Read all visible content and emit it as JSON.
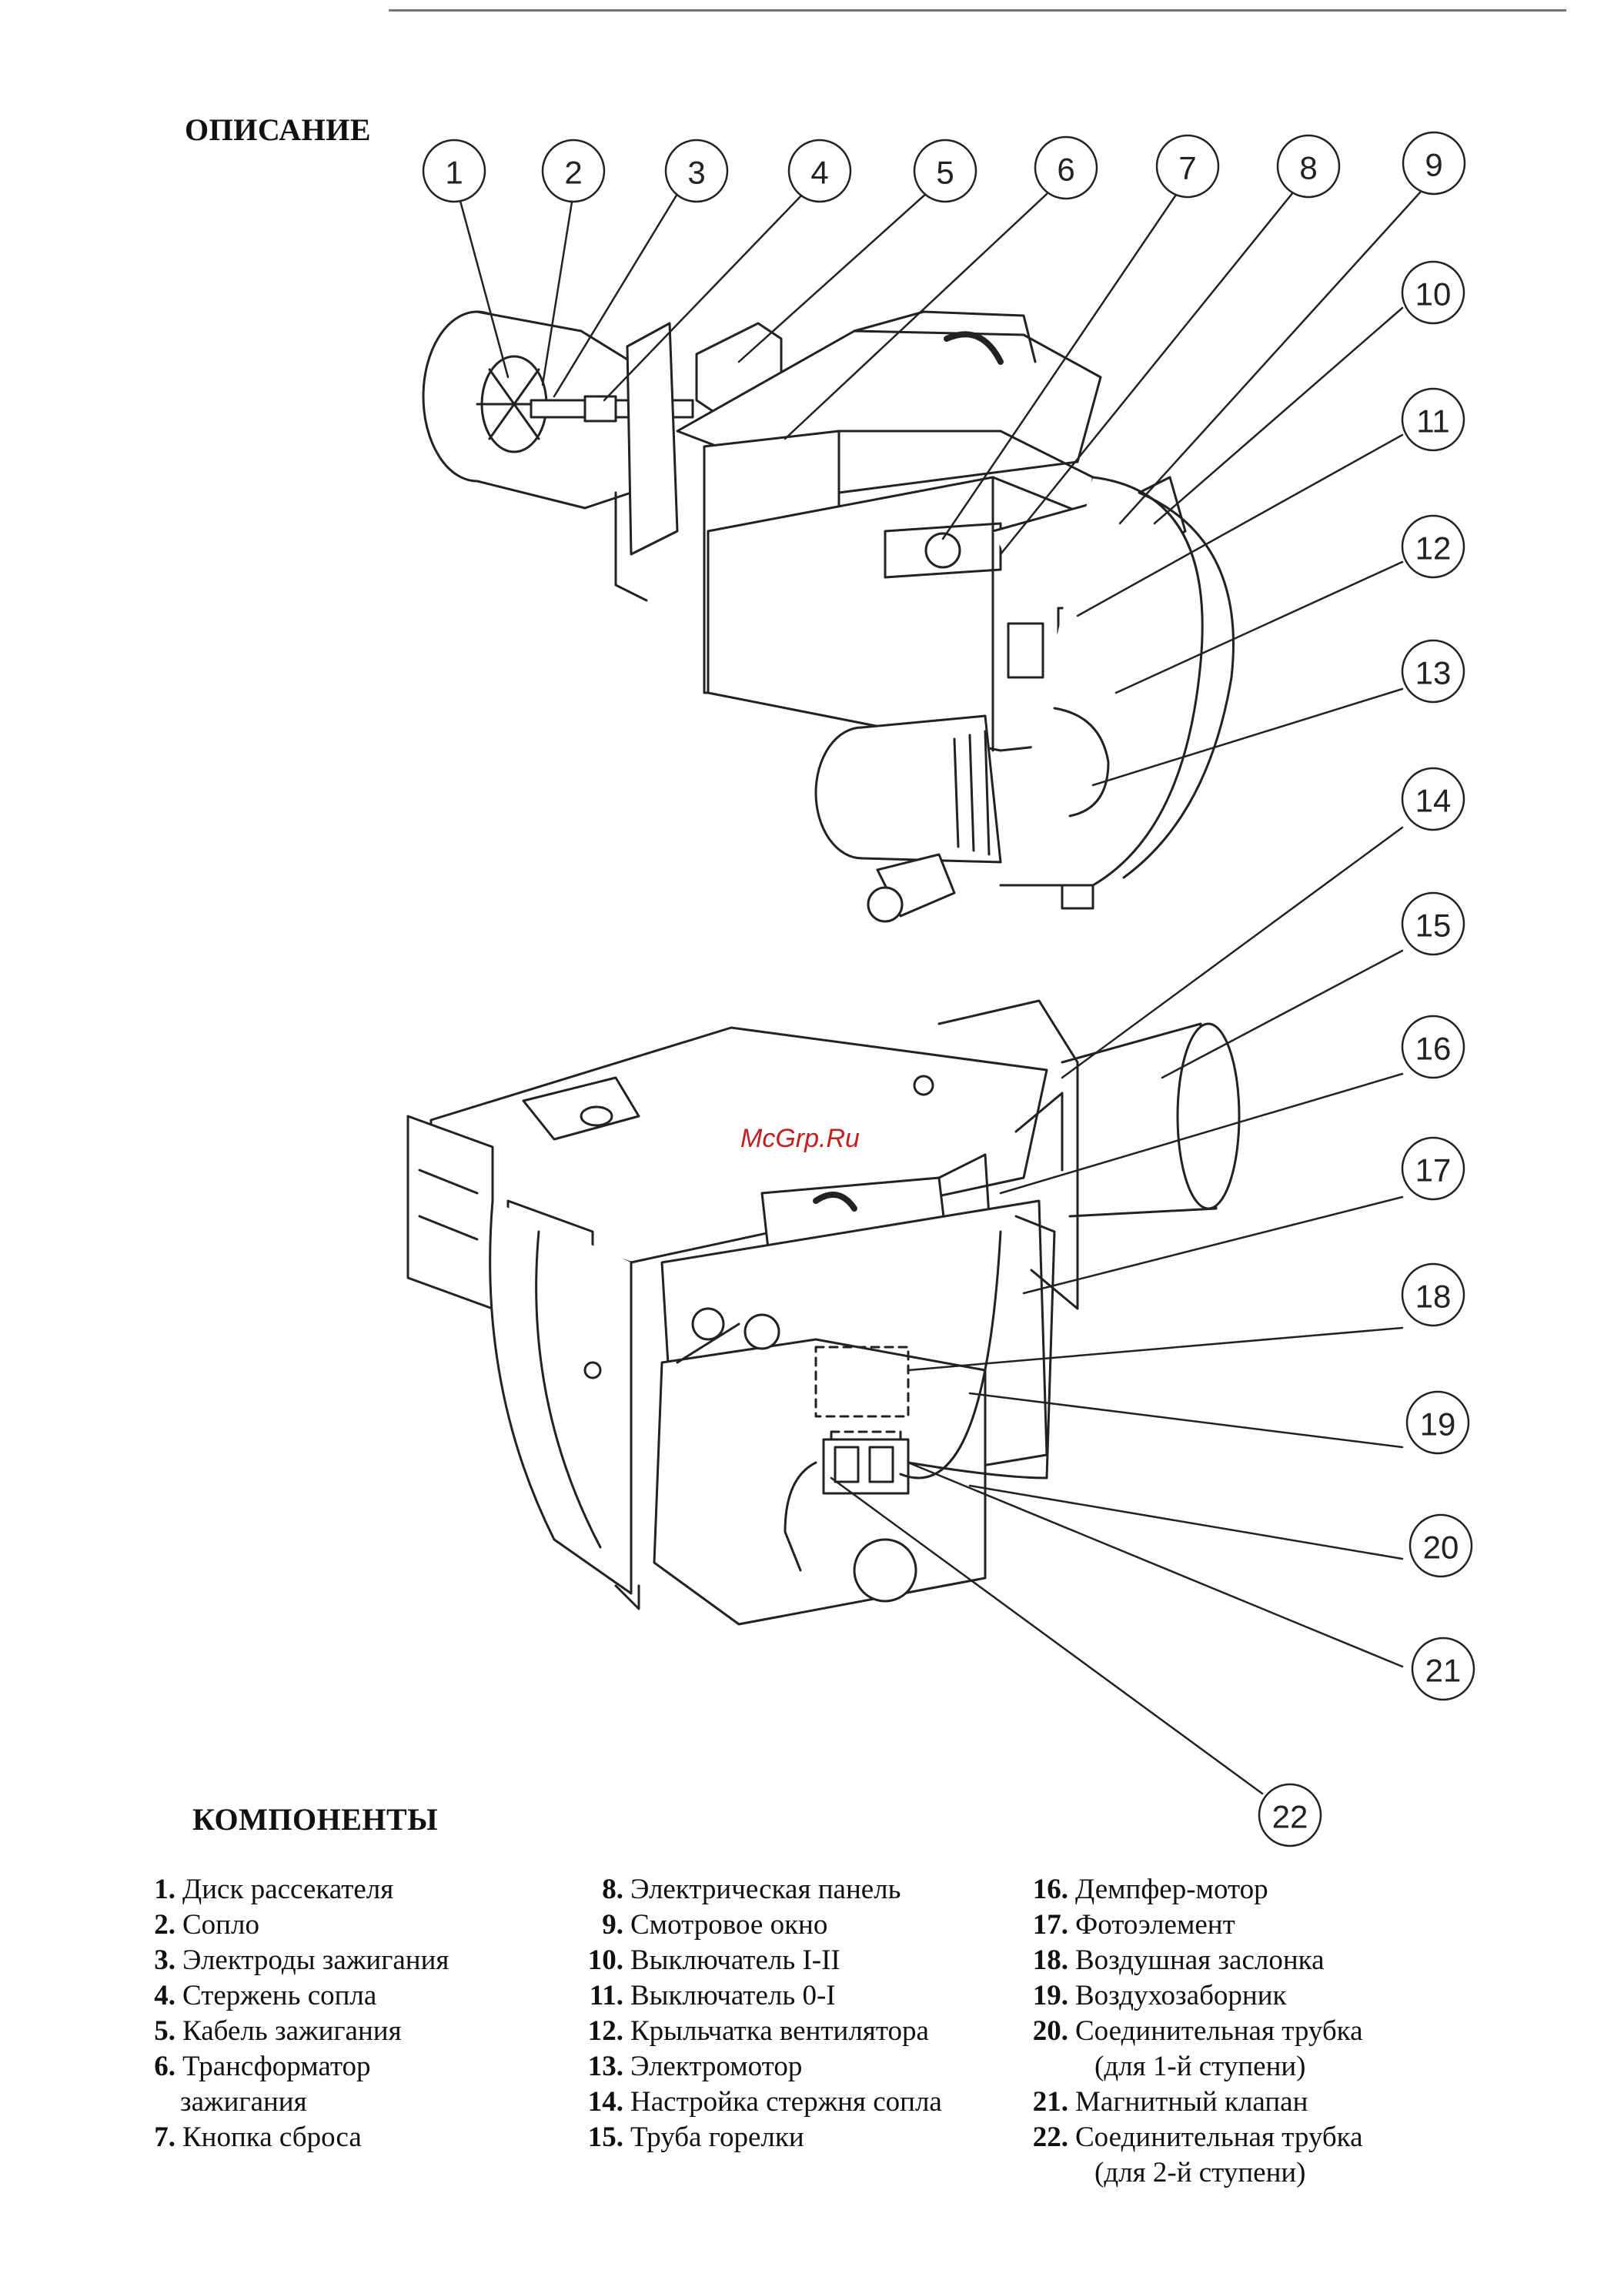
{
  "heading_description": "ОПИСАНИЕ",
  "heading_components": "КОМПОНЕНТЫ",
  "watermark": "McGrp.Ru",
  "callouts": [
    "1",
    "2",
    "3",
    "4",
    "5",
    "6",
    "7",
    "8",
    "9",
    "10",
    "11",
    "12",
    "13",
    "14",
    "15",
    "16",
    "17",
    "18",
    "19",
    "20",
    "21",
    "22"
  ],
  "components_col1": [
    {
      "num": "1.",
      "text": "Диск рассекателя"
    },
    {
      "num": "2.",
      "text": "Сопло"
    },
    {
      "num": "3.",
      "text": "Электроды зажигания"
    },
    {
      "num": "4.",
      "text": "Стержень сопла"
    },
    {
      "num": "5.",
      "text": "Кабель зажигания"
    },
    {
      "num": "6.",
      "text": "Трансформатор",
      "cont": "зажигания"
    },
    {
      "num": "7.",
      "text": "Кнопка сброса"
    }
  ],
  "components_col2": [
    {
      "num": "8.",
      "text": "Электрическая панель"
    },
    {
      "num": "9.",
      "text": "Смотровое окно"
    },
    {
      "num": "10.",
      "text": "Выключатель I-II"
    },
    {
      "num": "11.",
      "text": "Выключатель 0-I"
    },
    {
      "num": "12.",
      "text": "Крыльчатка  вентилятора"
    },
    {
      "num": "13.",
      "text": "Электромотор"
    },
    {
      "num": "14.",
      "text": "Настройка стержня сопла"
    },
    {
      "num": "15.",
      "text": "Труба  горелки"
    }
  ],
  "components_col3": [
    {
      "num": "16.",
      "text": "Демпфер-мотор"
    },
    {
      "num": "17.",
      "text": "Фотоэлемент"
    },
    {
      "num": "18.",
      "text": "Воздушная заслонка"
    },
    {
      "num": "19.",
      "text": "Воздухозаборник"
    },
    {
      "num": "20.",
      "text": "Соединительная трубка",
      "cont": "(для 1-й ступени)"
    },
    {
      "num": "21.",
      "text": "Магнитный клапан"
    },
    {
      "num": "22.",
      "text": "Соединительная трубка",
      "cont": "(для 2-й ступени)"
    }
  ]
}
